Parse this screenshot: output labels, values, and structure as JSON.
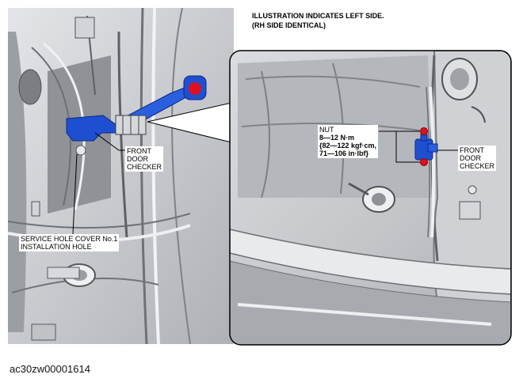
{
  "heading": {
    "line1": "ILLUSTRATION INDICATES LEFT SIDE.",
    "line2": "(RH SIDE IDENTICAL)"
  },
  "left_view": {
    "checker_label": [
      "FRONT",
      "DOOR",
      "CHECKER"
    ],
    "service_label": [
      "SERVICE HOLE COVER No.1",
      "INSTALLATION HOLE"
    ]
  },
  "detail_view": {
    "nut_label": "NUT",
    "torque": [
      "8—12 N·m",
      "{82—122 kgf·cm,",
      "71—106 in·lbf}"
    ],
    "checker_label": [
      "FRONT",
      "DOOR",
      "CHECKER"
    ]
  },
  "caption": "ac30zw00001614",
  "colors": {
    "checker_blue": "#1f4fd1",
    "nut_red": "#e01020",
    "panel_gray": "#c9cbcf"
  }
}
